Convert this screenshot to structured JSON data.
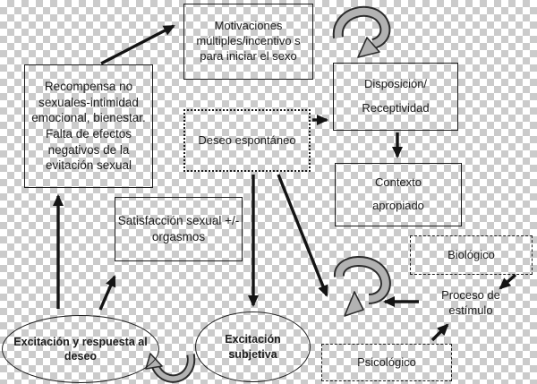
{
  "diagram": {
    "description": "Flow model of sexual response (Spanish)",
    "colors": {
      "line": "#141414",
      "gray_arrow_fill": "#b2b2b2",
      "checker_dark": "#cbcbcb",
      "checker_light": "#ffffff",
      "text": "#1c1c1c"
    },
    "nodes": {
      "recompensa": {
        "label": "Recompensa no sexuales-intimidad emocional, bienestar. Falta de efectos negativos de la evitación sexual",
        "shape": "rect-solid"
      },
      "motivaciones": {
        "label": "Motivaciones múltiples/incentivo s para iniciar el sexo",
        "shape": "rect-solid"
      },
      "deseo": {
        "label": "Deseo espontáneo",
        "shape": "rect-dotted"
      },
      "disposicion": {
        "line1": "Disposición/",
        "line2": "Receptividad",
        "shape": "rect-solid"
      },
      "contexto": {
        "line1": "Contexto",
        "line2": "apropiado",
        "shape": "rect-solid"
      },
      "satisfaccion": {
        "label": "Satisfacción sexual +/- orgasmos",
        "shape": "rect-solid"
      },
      "biologico": {
        "label": "Biológico",
        "shape": "rect-dashed"
      },
      "psicologico": {
        "label": "Psicológico",
        "shape": "rect-dashed"
      },
      "proceso": {
        "label": "Proceso de estímulo",
        "shape": "text-only"
      },
      "excitacion_respuesta": {
        "label": "Excitación y respuesta al deseo",
        "shape": "ellipse"
      },
      "excitacion_subjetiva": {
        "label": "Excitación subjetiva",
        "shape": "ellipse"
      }
    },
    "edges": [
      {
        "from": "recompensa",
        "to": "motivaciones",
        "style": "black-arrow"
      },
      {
        "from": "deseo",
        "to": "disposicion",
        "style": "black-arrow"
      },
      {
        "from": "disposicion",
        "to": "contexto",
        "style": "black-arrow"
      },
      {
        "from": "deseo",
        "to": "excitacion_subjetiva",
        "style": "black-arrow"
      },
      {
        "from": "deseo",
        "to": "stimulus-cycle",
        "style": "black-arrow"
      },
      {
        "from": "proceso",
        "to": "stimulus-cycle",
        "style": "black-arrow"
      },
      {
        "from": "biologico",
        "to": "proceso",
        "style": "black-arrow"
      },
      {
        "from": "psicologico",
        "to": "proceso",
        "style": "black-arrow"
      },
      {
        "from": "excitacion_respuesta",
        "to": "recompensa",
        "style": "black-arrow"
      },
      {
        "from": "excitacion_respuesta",
        "to": "satisfaccion",
        "style": "black-arrow"
      },
      {
        "from": "excitacion_subjetiva",
        "to": "excitacion_respuesta",
        "style": "gray-curved-arrow"
      },
      {
        "from": "feedback-loop",
        "to": "disposicion",
        "style": "gray-curved-arrow"
      },
      {
        "from": "stimulus-cycle",
        "to": "stimulus-cycle",
        "style": "gray-curved-arrow"
      }
    ]
  }
}
